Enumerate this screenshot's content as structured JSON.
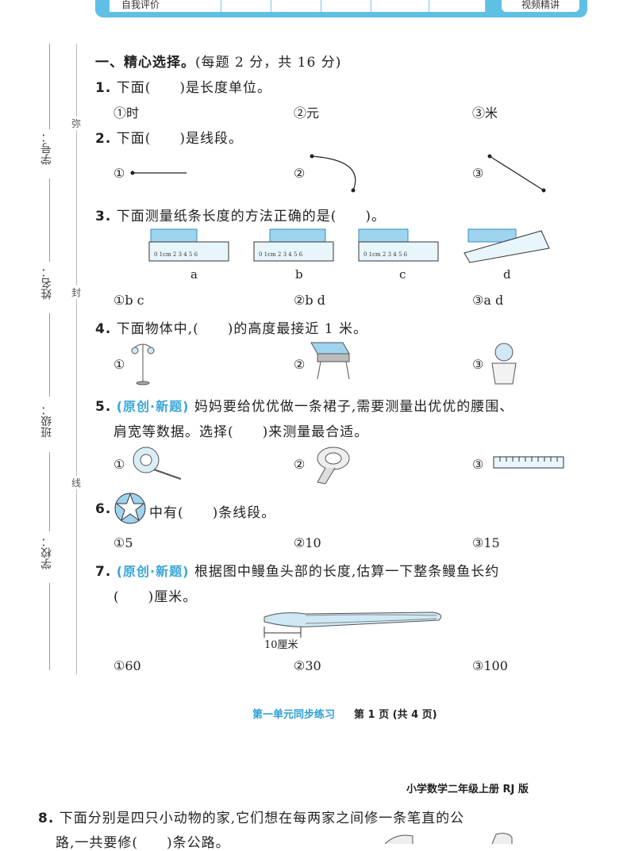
{
  "header": {
    "self_eval": "自我评价",
    "video": "视频精讲"
  },
  "binding": {
    "student_no": "学号：",
    "name": "姓名：",
    "class": "班级：",
    "school": "学校：",
    "mark1": "弥",
    "mark2": "封",
    "mark3": "线"
  },
  "section": {
    "title": "一、精心选择。",
    "score": "(每题 2 分，共 16 分)"
  },
  "q1": {
    "num": "1.",
    "text": "下面(　　)是长度单位。",
    "opts": [
      "①时",
      "②元",
      "③米"
    ]
  },
  "q2": {
    "num": "2.",
    "text": "下面(　　)是线段。",
    "opts": [
      "①",
      "②",
      "③"
    ]
  },
  "q3": {
    "num": "3.",
    "text": "下面测量纸条长度的方法正确的是(　　)。",
    "captions": [
      "a",
      "b",
      "c",
      "d"
    ],
    "opts": [
      "①b c",
      "②b d",
      "③a d"
    ],
    "ruler_ticks": "0 1cm 2 3 4 5 6"
  },
  "q4": {
    "num": "4.",
    "text": "下面物体中,(　　)的高度最接近 1 米。",
    "opts": [
      "①",
      "②",
      "③"
    ]
  },
  "q5": {
    "num": "5.",
    "tag": "(原创·新题)",
    "text": "妈妈要给优优做一条裙子,需要测量出优优的腰围、",
    "text2": "肩宽等数据。选择(　　)来测量最合适。",
    "opts": [
      "①",
      "②",
      "③"
    ]
  },
  "q6": {
    "num": "6.",
    "text": "中有(　　)条线段。",
    "opts": [
      "①5",
      "②10",
      "③15"
    ]
  },
  "q7": {
    "num": "7.",
    "tag": "(原创·新题)",
    "text": "根据图中鳗鱼头部的长度,估算一下整条鳗鱼长约",
    "text2": "(　　)厘米。",
    "label": "10厘米",
    "opts": [
      "①60",
      "②30",
      "③100"
    ]
  },
  "footer": {
    "unit": "第一单元同步练习",
    "page": "第 1 页 (共 4 页)",
    "book": "小学数学二年级上册 RJ 版"
  },
  "q8": {
    "num": "8.",
    "text": "下面分别是四只小动物的家,它们想在每两家之间修一条笔直的公",
    "text2": "路,一共要修(　　)条公路。"
  }
}
